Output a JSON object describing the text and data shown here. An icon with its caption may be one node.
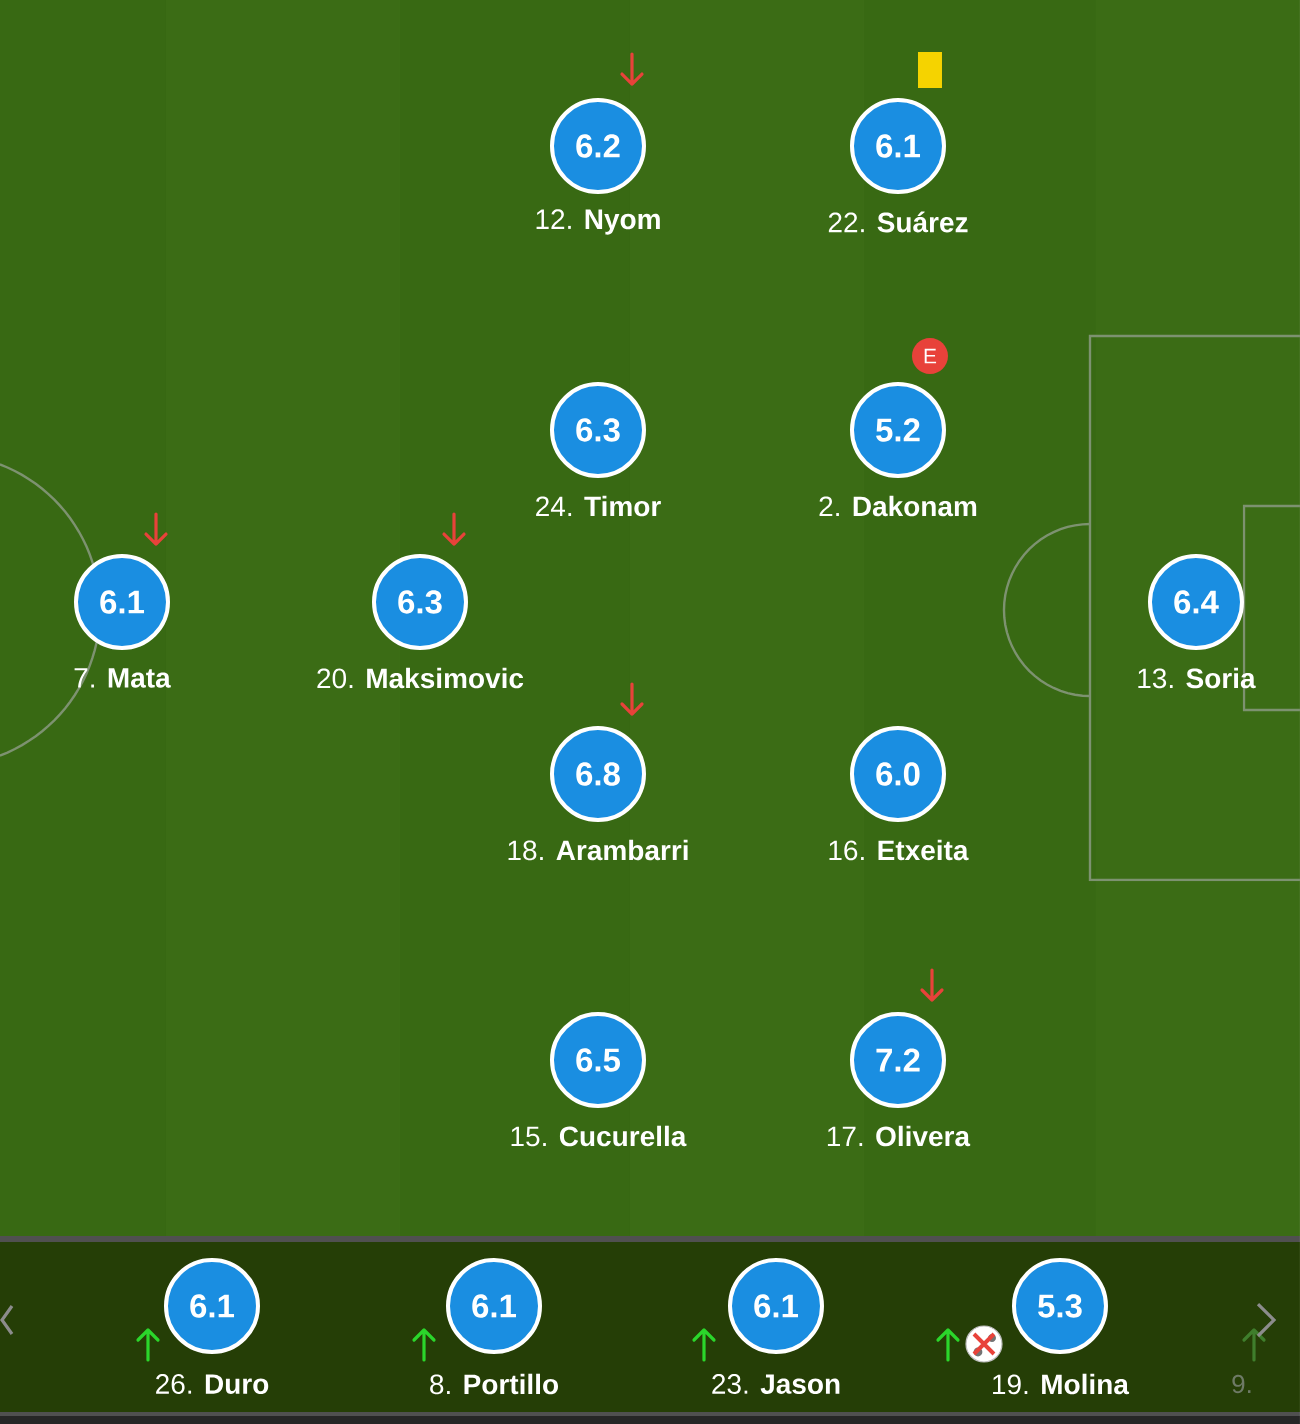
{
  "diagram": {
    "nodes": [
      {
        "text": [
          "6.2",
          "12. **Nyom**"
        ]
      },
      {
        "text": [
          "6.1",
          "22. **Suárez**"
        ]
      },
      {
        "text": [
          "E"
        ]
      },
      {
        "text": [
          "6.3",
          "24. **Timor**"
        ]
      },
      {
        "text": [
          "5.2",
          "2. **Dakonam**"
        ]
      },
      {
        "text": [
          "6.1",
          "7. **Mata**"
        ]
      },
      {
        "text": [
          "6.3",
          "20. **Maksimovic**"
        ]
      },
      {
        "text": [
          "6.4",
          "13. **Soria**"
        ]
      },
      {
        "text": [
          "6.8",
          "18. **Arambarri**"
        ]
      },
      {
        "text": [
          "6.0",
          "16. **Etxeita**"
        ]
      },
      {
        "text": [
          "6.5",
          "15. **Cucurella**"
        ]
      },
      {
        "text": [
          "7.2",
          "17. **Olivera**"
        ]
      },
      {
        "text": [
          "6.1",
          "26. **Duro**"
        ]
      },
      {
        "text": [
          "6.1",
          "8. **Portillo**"
        ]
      },
      {
        "text": [
          "6.1",
          "23. **Jason**"
        ]
      },
      {
        "text": [
          "5.3",
          "19. **Molina**"
        ]
      }
    ],
    "labels": [
      "9."
    ]
  }
}
